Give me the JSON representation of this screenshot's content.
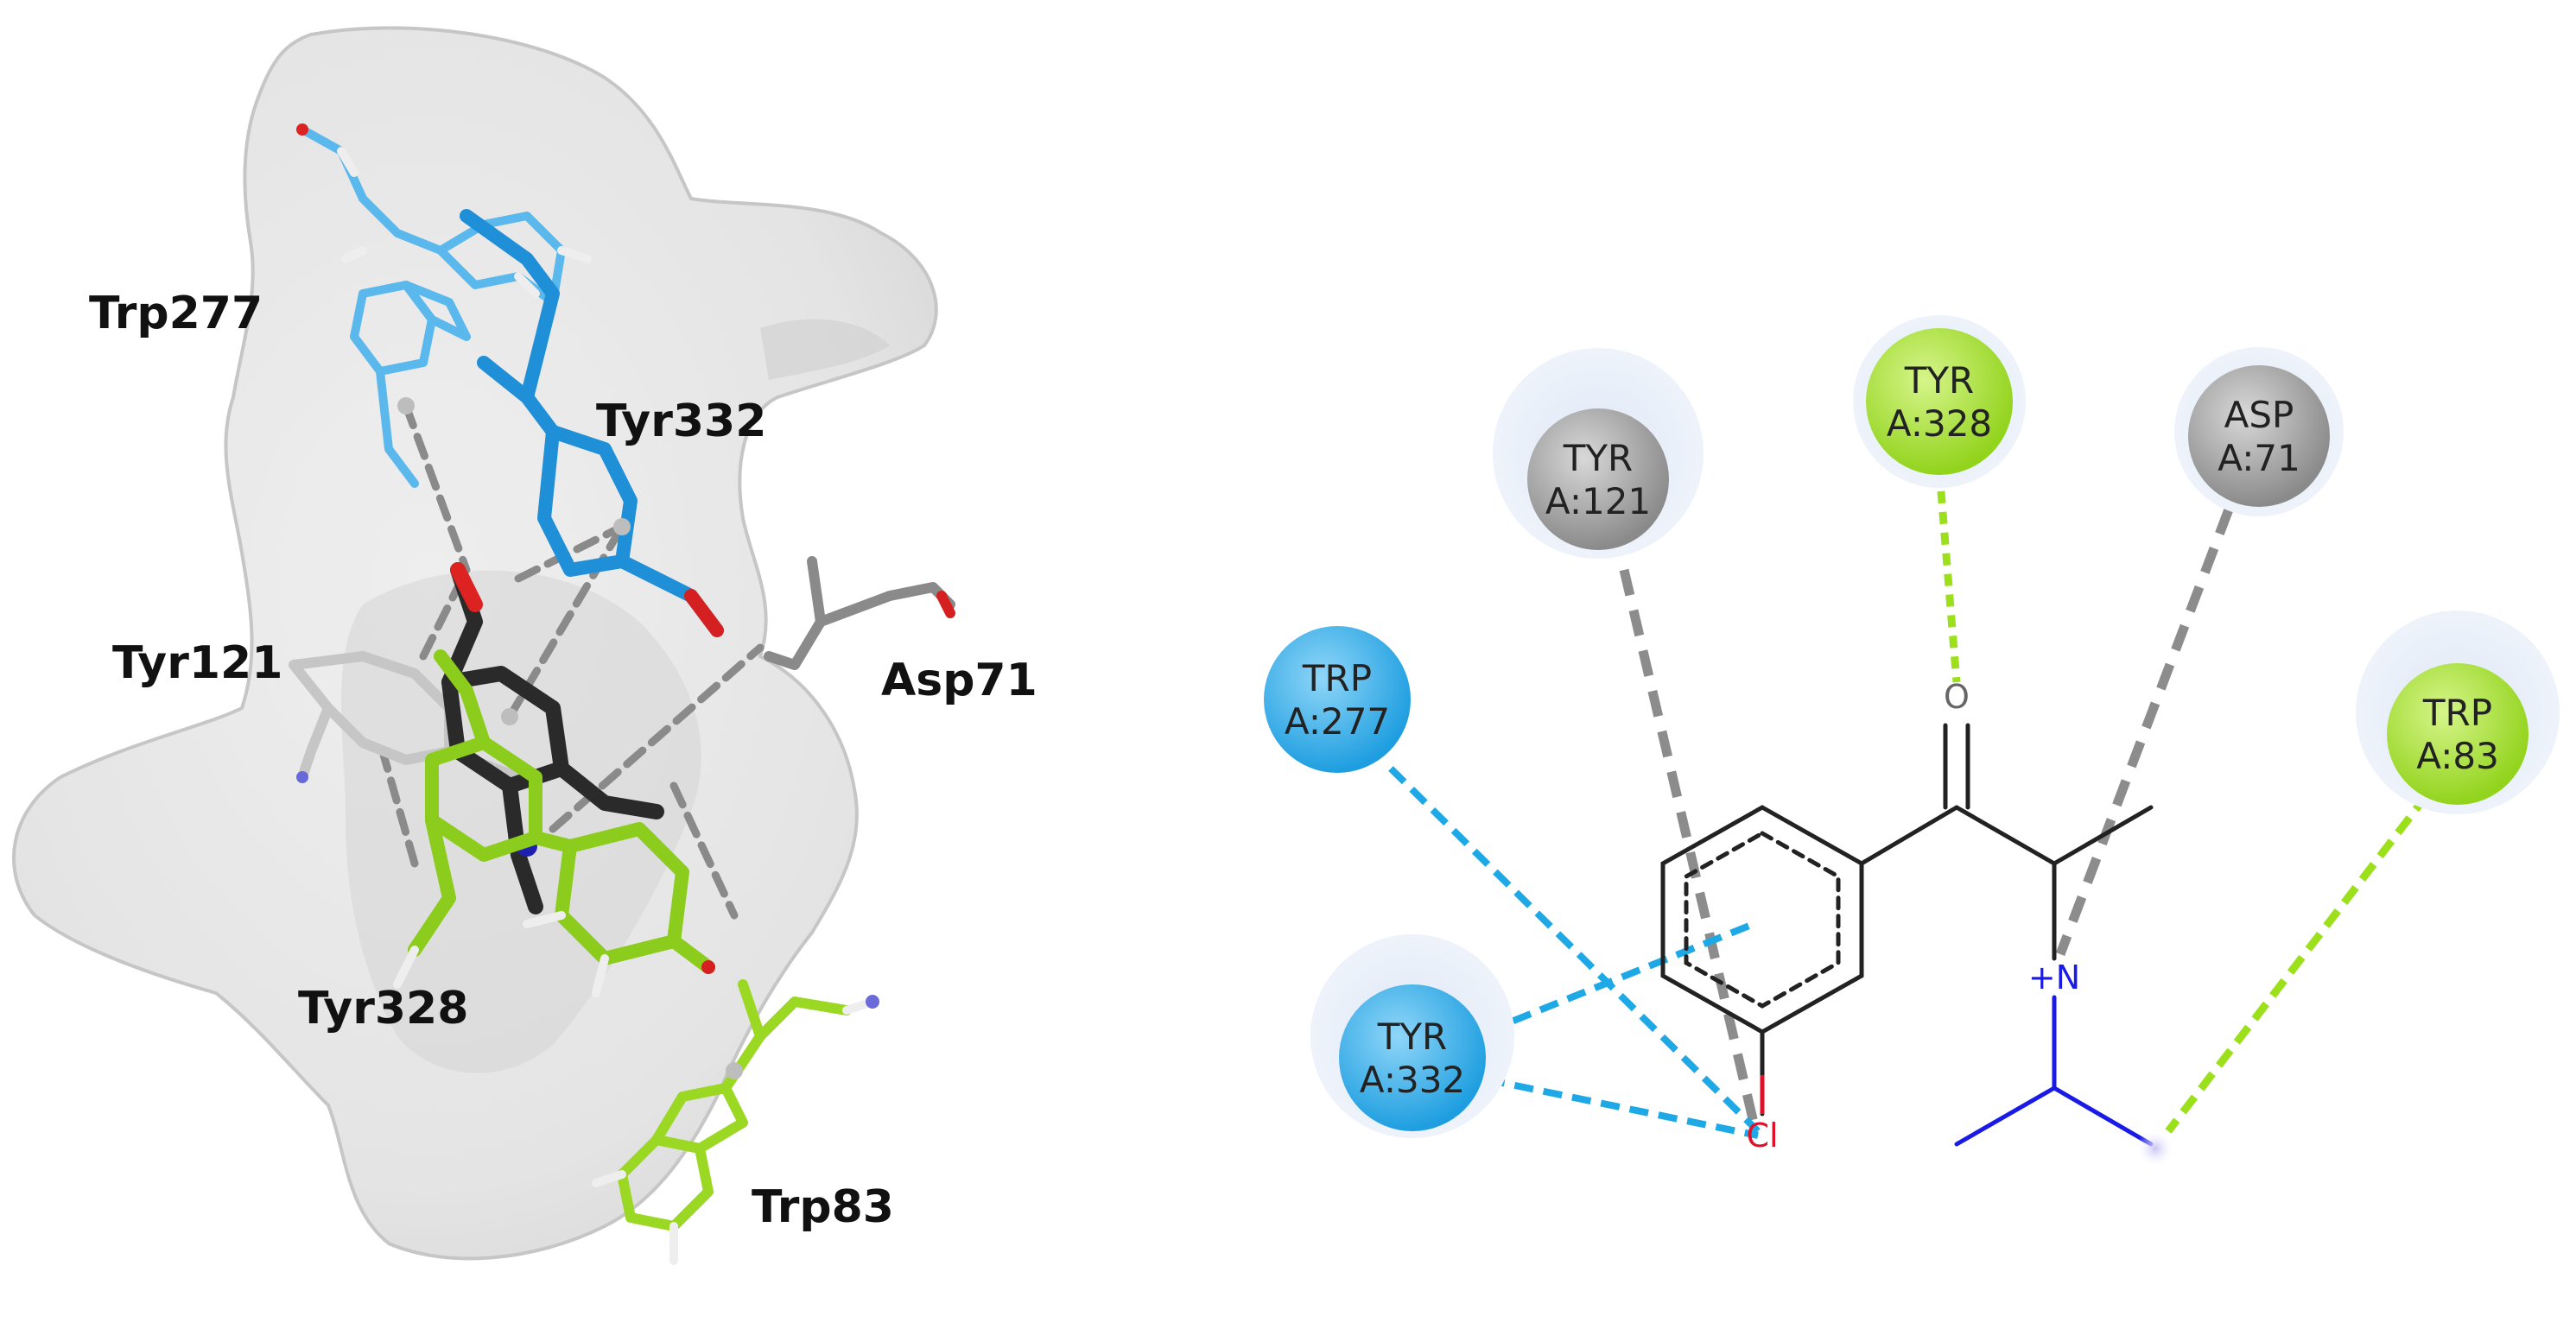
{
  "left_panel": {
    "residue_labels": [
      {
        "id": "trp277",
        "text": "Trp277"
      },
      {
        "id": "tyr332",
        "text": "Tyr332"
      },
      {
        "id": "tyr121",
        "text": "Tyr121"
      },
      {
        "id": "asp71",
        "text": "Asp71"
      },
      {
        "id": "tyr328",
        "text": "Tyr328"
      },
      {
        "id": "trp83",
        "text": "Trp83"
      }
    ]
  },
  "right_panel": {
    "residues": [
      {
        "id": "tyr121",
        "name": "TYR",
        "chain_pos": "A:121",
        "color": "#9a9a9a"
      },
      {
        "id": "tyr328",
        "name": "TYR",
        "chain_pos": "A:328",
        "color": "#a8e03a"
      },
      {
        "id": "asp71",
        "name": "ASP",
        "chain_pos": "A:71",
        "color": "#9a9a9a"
      },
      {
        "id": "trp277",
        "name": "TRP",
        "chain_pos": "A:277",
        "color": "#29a8e8"
      },
      {
        "id": "trp83",
        "name": "TRP",
        "chain_pos": "A:83",
        "color": "#a8e03a"
      },
      {
        "id": "tyr332",
        "name": "TYR",
        "chain_pos": "A:332",
        "color": "#29a8e8"
      }
    ],
    "atoms": {
      "oxygen": "O",
      "chlorine": "Cl",
      "nitrogen": "+N"
    }
  },
  "colors": {
    "blue_interaction": "#1ea8e6",
    "green_interaction": "#9ce01c",
    "gray_interaction": "#8c8c8c",
    "green_ligand": "#8fd11c",
    "blue_ligand": "#2a9fe0",
    "nitrogen": "#1a1ae6",
    "chlorine": "#e0102a"
  }
}
